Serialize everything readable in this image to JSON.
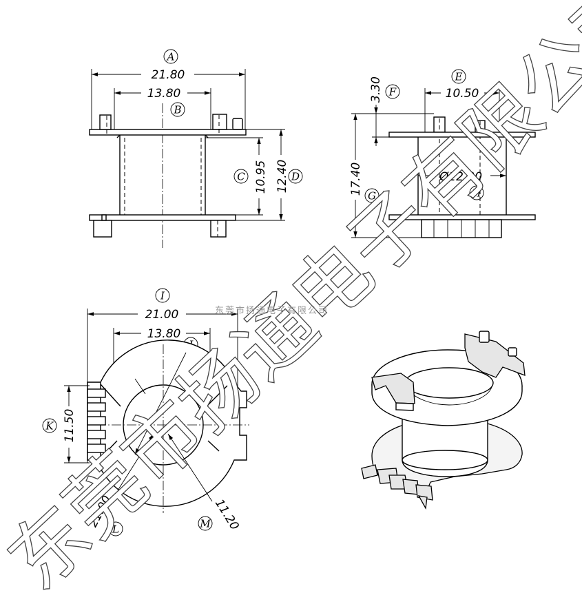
{
  "views": {
    "front": {
      "dim_overall": "21.80",
      "dim_overall_label": "A",
      "dim_inner": "13.80",
      "dim_inner_label": "B",
      "dim_winding_height": "10.95",
      "dim_winding_height_label": "C",
      "dim_flange_height": "12.40",
      "dim_flange_height_label": "D"
    },
    "side": {
      "dim_top_width": "10.50",
      "dim_top_width_label": "E",
      "dim_pin_height": "3.30",
      "dim_pin_height_label": "F",
      "dim_total_height": "17.40",
      "dim_total_height_label": "G",
      "dim_core_diameter": "Ø12.30",
      "dim_core_diameter_label": "H"
    },
    "top": {
      "dim_flange_width": "21.00",
      "dim_flange_width_label": "I",
      "dim_bore": "13.80",
      "dim_bore_label": "J",
      "dim_pin_span": "11.50",
      "dim_pin_span_label": "K",
      "dim_flange_diameter": "21.00",
      "dim_flange_diameter_label": "L",
      "dim_hole_diameter": "11.20",
      "dim_hole_diameter_label": "M"
    }
  },
  "watermark": {
    "large": "东莞市扬通电子有限公司",
    "small": "东莞市扬通电子有限公司"
  }
}
